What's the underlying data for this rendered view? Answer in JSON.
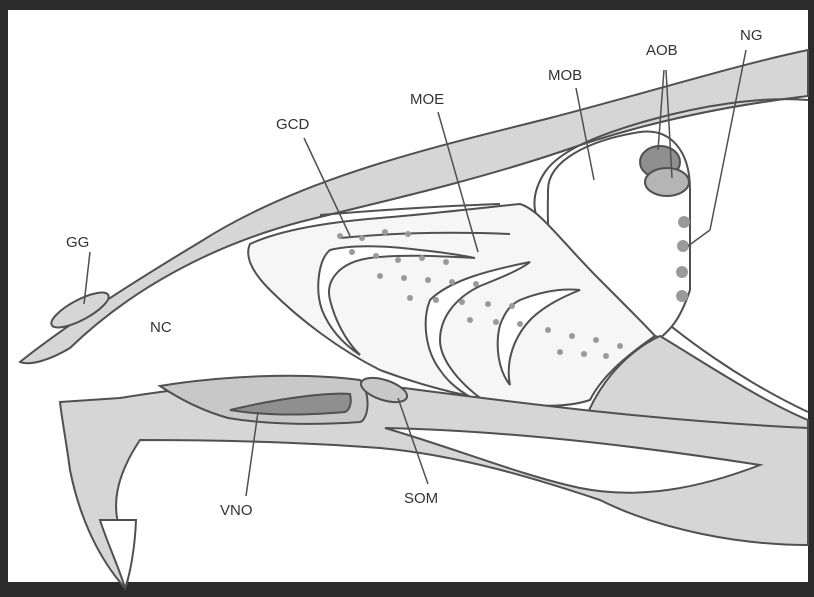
{
  "colors": {
    "frame": "#2b2b2b",
    "background": "#ffffff",
    "tissue": "#d6d6d6",
    "outline": "#505050",
    "dark_structure": "#8f8f8f",
    "mid_structure": "#b5b5b5",
    "dots": "#9a9a9a"
  },
  "labels": {
    "gg": "GG",
    "nc": "NC",
    "gcd": "GCD",
    "moe": "MOE",
    "mob": "MOB",
    "aob": "AOB",
    "ng": "NG",
    "vno": "VNO",
    "som": "SOM"
  }
}
